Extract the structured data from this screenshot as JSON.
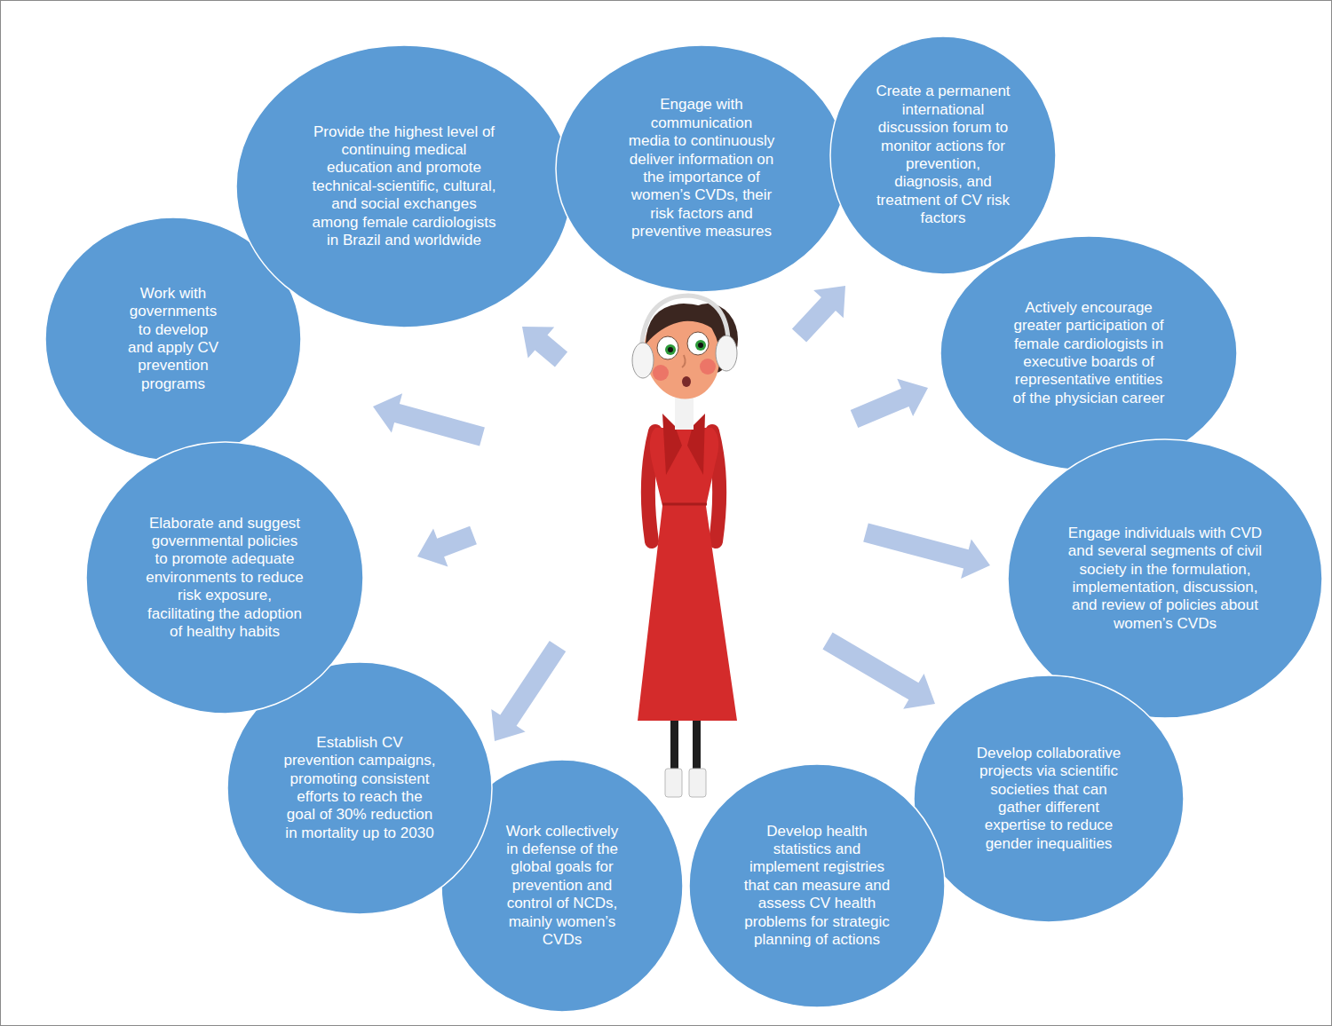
{
  "diagram": {
    "nodes": [
      {
        "text": [
          "Work with governments to develop and apply CV prevention programs"
        ]
      },
      {
        "text": [
          "Provide the highest level of continuing medical education and promote technical-scientific, cultural, and social exchanges among female cardiologists in Brazil and worldwide"
        ]
      },
      {
        "text": [
          "Engage with communication media to continuously deliver information on the importance of women’s CVDs, their risk factors and preventive measures"
        ]
      },
      {
        "text": [
          "Create a permanent international discussion forum to monitor actions for prevention, diagnosis, and treatment of CV risk factors"
        ]
      },
      {
        "text": [
          "Actively encourage greater participation of female cardiologists in executive boards of representative entities of the physician career"
        ]
      },
      {
        "text": [
          "Engage individuals with CVD and several segments of civil society in the formulation, implementation, discussion, and review of policies about women’s CVDs"
        ]
      },
      {
        "text": [
          "Develop collaborative projects via scientific societies that can gather different expertise to reduce gender inequalities"
        ]
      },
      {
        "text": [
          "Develop health statistics and implement registries that can measure and assess CV health problems for strategic planning of actions"
        ]
      },
      {
        "text": [
          "Work collectively in defense of the global goals for prevention and control of NCDs, mainly women’s CVDs"
        ]
      },
      {
        "text": [
          "Establish CV prevention campaigns, promoting consistent efforts to reach the goal of 30% reduction in mortality up to 2030"
        ]
      },
      {
        "text": [
          "Elaborate and suggest governmental policies to promote adequate environments to reduce risk exposure, facilitating the adoption of healthy habits"
        ]
      }
    ]
  }
}
